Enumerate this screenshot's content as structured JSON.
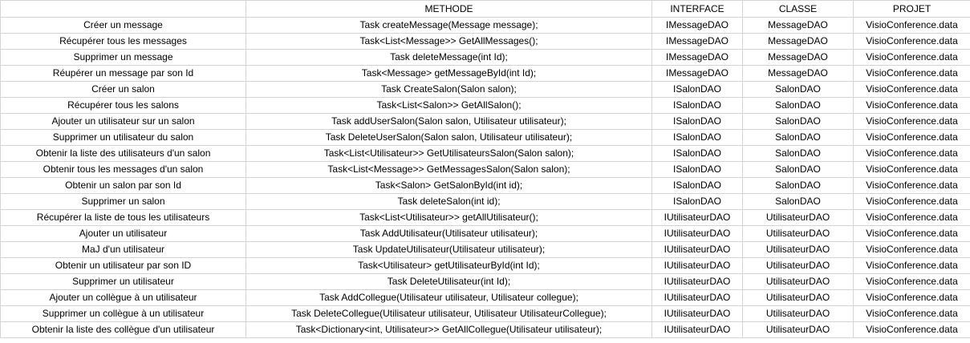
{
  "headers": [
    "",
    "METHODE",
    "INTERFACE",
    "CLASSE",
    "PROJET"
  ],
  "rows": [
    [
      "Créer un message",
      "Task createMessage(Message message);",
      "IMessageDAO",
      "MessageDAO",
      "VisioConference.data"
    ],
    [
      "Récupérer tous les messages",
      "Task<List<Message>> GetAllMessages();",
      "IMessageDAO",
      "MessageDAO",
      "VisioConference.data"
    ],
    [
      "Supprimer un message",
      "Task deleteMessage(int Id);",
      "IMessageDAO",
      "MessageDAO",
      "VisioConference.data"
    ],
    [
      "Réupérer un message par son Id",
      "Task<Message> getMessageById(int Id);",
      "IMessageDAO",
      "MessageDAO",
      "VisioConference.data"
    ],
    [
      "Créer un salon",
      "Task CreateSalon(Salon salon);",
      "ISalonDAO",
      "SalonDAO",
      "VisioConference.data"
    ],
    [
      "Récupérer tous les salons",
      "Task<List<Salon>> GetAllSalon();",
      "ISalonDAO",
      "SalonDAO",
      "VisioConference.data"
    ],
    [
      "Ajouter un utilisateur sur un salon",
      "Task addUserSalon(Salon salon, Utilisateur utilisateur);",
      "ISalonDAO",
      "SalonDAO",
      "VisioConference.data"
    ],
    [
      "Supprimer un utilisateur du salon",
      "Task DeleteUserSalon(Salon salon, Utilisateur utilisateur);",
      "ISalonDAO",
      "SalonDAO",
      "VisioConference.data"
    ],
    [
      "Obtenir la liste des utilisateurs d'un salon",
      "Task<List<Utilisateur>> GetUtilisateursSalon(Salon salon);",
      "ISalonDAO",
      "SalonDAO",
      "VisioConference.data"
    ],
    [
      "Obtenir tous les messages d'un salon",
      "Task<List<Message>> GetMessagesSalon(Salon salon);",
      "ISalonDAO",
      "SalonDAO",
      "VisioConference.data"
    ],
    [
      "Obtenir un salon par son Id",
      "Task<Salon> GetSalonById(int id);",
      "ISalonDAO",
      "SalonDAO",
      "VisioConference.data"
    ],
    [
      "Supprimer un salon",
      "Task deleteSalon(int id);",
      "ISalonDAO",
      "SalonDAO",
      "VisioConference.data"
    ],
    [
      "Récupérer la liste de tous les utilisateurs",
      "Task<List<Utilisateur>> getAllUtilisateur();",
      "IUtilisateurDAO",
      "UtilisateurDAO",
      "VisioConference.data"
    ],
    [
      "Ajouter un utilisateur",
      "Task AddUtilisateur(Utilisateur utilisateur);",
      "IUtilisateurDAO",
      "UtilisateurDAO",
      "VisioConference.data"
    ],
    [
      "MaJ d'un utilisateur",
      "Task UpdateUtilisateur(Utilisateur utilisateur);",
      "IUtilisateurDAO",
      "UtilisateurDAO",
      "VisioConference.data"
    ],
    [
      "Obtenir un utilisateur par son ID",
      "Task<Utilisateur> getUtilisateurById(int Id);",
      "IUtilisateurDAO",
      "UtilisateurDAO",
      "VisioConference.data"
    ],
    [
      "Supprimer un utilisateur",
      "Task DeleteUtilisateur(int Id);",
      "IUtilisateurDAO",
      "UtilisateurDAO",
      "VisioConference.data"
    ],
    [
      "Ajouter un collègue à un utilisateur",
      "Task AddCollegue(Utilisateur utilisateur, Utilisateur collegue);",
      "IUtilisateurDAO",
      "UtilisateurDAO",
      "VisioConference.data"
    ],
    [
      "Supprimer un collègue à un utilisateur",
      "Task DeleteCollegue(Utilisateur utilisateur, Utilisateur UtilisateurCollegue);",
      "IUtilisateurDAO",
      "UtilisateurDAO",
      "VisioConference.data"
    ],
    [
      "Obtenir la liste des collègue d'un utilisateur",
      "Task<Dictionary<int, Utilisateur>> GetAllCollegue(Utilisateur utilisateur);",
      "IUtilisateurDAO",
      "UtilisateurDAO",
      "VisioConference.data"
    ]
  ]
}
